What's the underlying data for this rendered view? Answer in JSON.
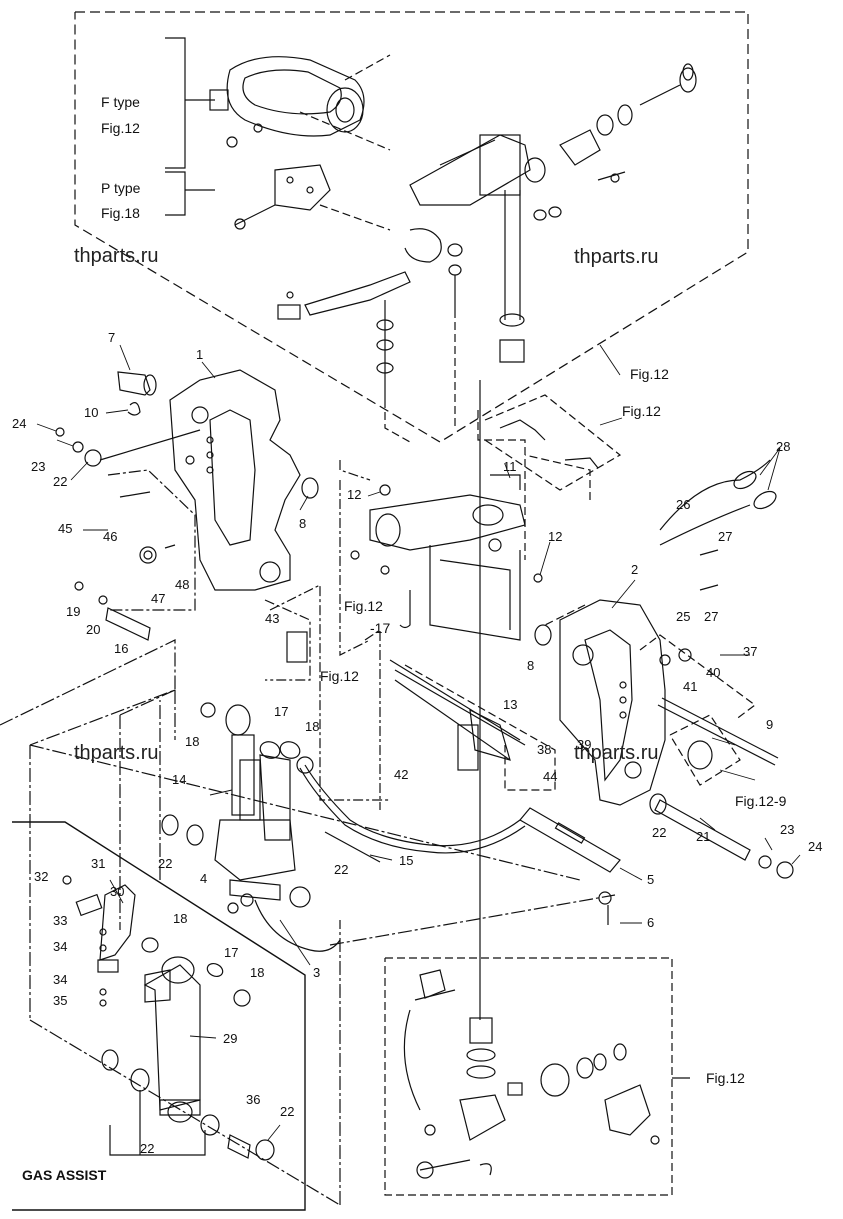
{
  "watermarks": [
    "thparts.ru",
    "thparts.ru",
    "thparts.ru",
    "thparts.ru"
  ],
  "labels": {
    "f_type": "F type",
    "fig12_f": "Fig.12",
    "p_type": "P type",
    "fig18": "Fig.18",
    "fig12_a": "Fig.12",
    "fig12_b": "Fig.12",
    "fig12_c": "Fig.12",
    "fig12_17": "Fig.12",
    "minus17": "-17",
    "fig12_9": "Fig.12-9",
    "fig12_bottom": "Fig.12",
    "gas_assist": "GAS ASSIST"
  },
  "callouts": [
    "1",
    "2",
    "3",
    "4",
    "5",
    "6",
    "7",
    "8",
    "8",
    "9",
    "10",
    "11",
    "12",
    "12",
    "13",
    "14",
    "15",
    "16",
    "17",
    "17",
    "18",
    "18",
    "18",
    "18",
    "19",
    "20",
    "21",
    "22",
    "22",
    "22",
    "22",
    "22",
    "22",
    "23",
    "23",
    "24",
    "24",
    "25",
    "26",
    "27",
    "27",
    "28",
    "29",
    "30",
    "31",
    "32",
    "33",
    "34",
    "34",
    "35",
    "36",
    "37",
    "38",
    "39",
    "40",
    "41",
    "42",
    "43",
    "44",
    "45",
    "46",
    "47",
    "48"
  ],
  "icons": [
    "engine-bracket-part",
    "tilt-cylinder-part",
    "gas-assist-cylinder-part"
  ]
}
